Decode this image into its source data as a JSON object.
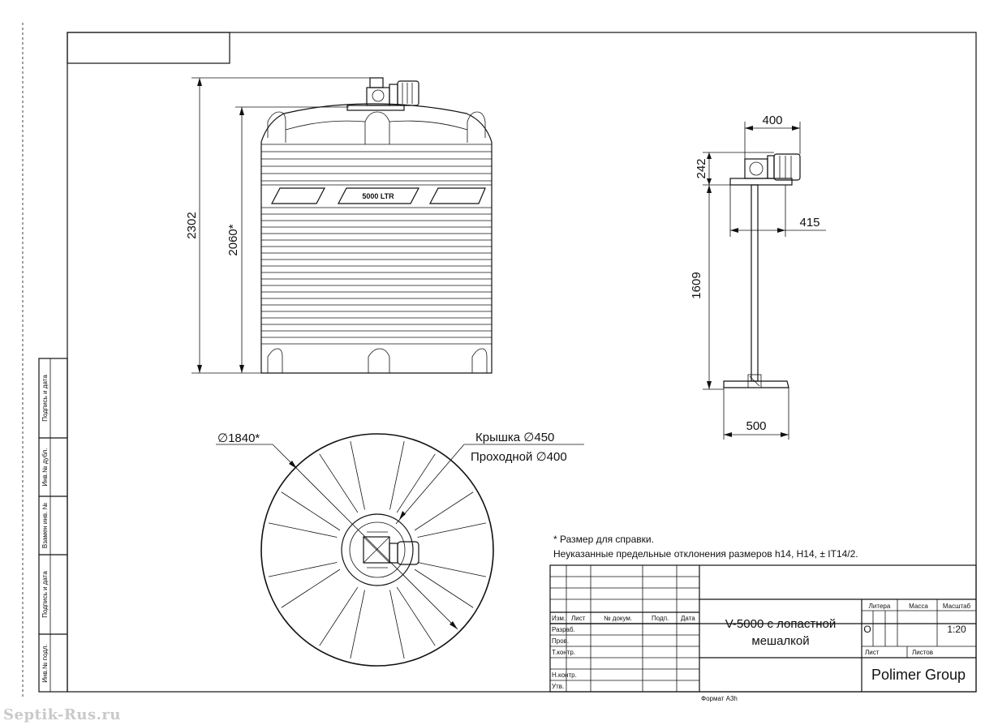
{
  "tank": {
    "label": "5000 LTR",
    "dim_overall_height": "2302",
    "dim_body_height": "2060*",
    "dim_diameter": "∅1840*"
  },
  "lid": {
    "line1": "Крышка ∅450",
    "line2": "Проходной ∅400"
  },
  "mixer": {
    "dim_width_top": "400",
    "dim_top_height": "242",
    "dim_blade_offset": "415",
    "dim_shaft_length": "1609",
    "dim_blade_width": "500"
  },
  "notes": {
    "note1": "* Размер для справки.",
    "note2": "Неуказанные предельные отклонения размеров h14, H14,  ± IT14/2."
  },
  "side_stamp": {
    "labels": [
      "Подпись и дата",
      "Инв.№ дубл.",
      "Взамен инв. №",
      "Подпись и дата",
      "Инв.№ подл."
    ]
  },
  "title_block": {
    "col_headers": [
      "Изм.",
      "Лист",
      "№ докум.",
      "Подп.",
      "Дата"
    ],
    "roles": [
      "Разраб.",
      "Пров.",
      "Т.контр.",
      "",
      "Н.контр.",
      "Утв."
    ],
    "title_line1": "V-5000 с лопастной",
    "title_line2": "мешалкой",
    "litera_label": "Литера",
    "mass_label": "Масса",
    "scale_label": "Масштаб",
    "litera_value": "О",
    "scale_value": "1:20",
    "sheet_label": "Лист",
    "sheets_label": "Листов",
    "company": "Polimer Group",
    "format": "Формат А3h"
  },
  "watermark": "Septik-Rus.ru"
}
